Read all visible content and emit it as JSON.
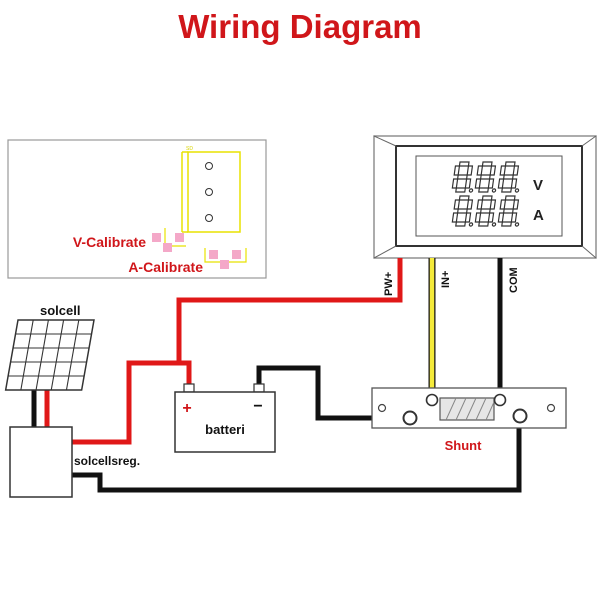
{
  "title": "Wiring Diagram",
  "pcb": {
    "v_calibrate_label": "V-Calibrate",
    "a_calibrate_label": "A-Calibrate"
  },
  "meter": {
    "volt_unit": "V",
    "amp_unit": "A",
    "terminals": [
      "PW+",
      "IN+",
      "COM"
    ]
  },
  "components": {
    "solar_panel_label": "solcell",
    "regulator_label": "solcellsreg.",
    "battery_label": "batteri",
    "battery_plus": "+",
    "battery_minus": "−",
    "shunt_label": "Shunt"
  },
  "colors": {
    "title": "#d0161a",
    "label_red": "#d0161a",
    "wire_red": "#e01818",
    "wire_black": "#111111",
    "wire_yellow": "#f4ea3a",
    "pcb_trace": "#e8e200",
    "pad_pink": "#f4a8c8",
    "panel_blue": "#2d5fb8"
  }
}
